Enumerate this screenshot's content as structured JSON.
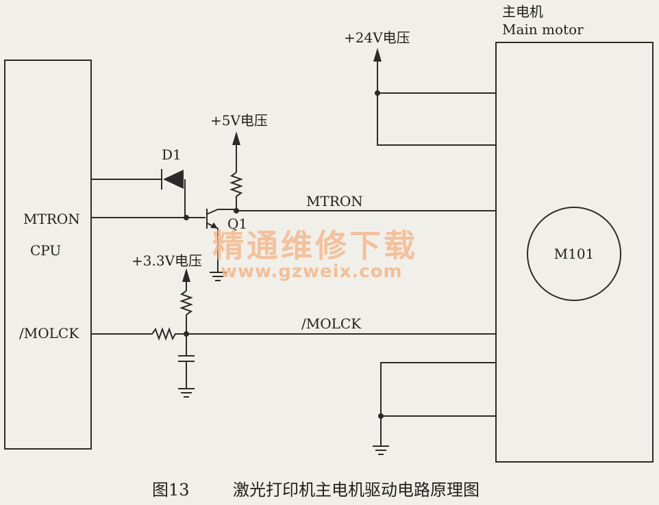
{
  "cpu": {
    "name": "CPU",
    "pin_mtron": "MTRON",
    "pin_molck": "/MOLCK"
  },
  "motor": {
    "title_cn": "主电机",
    "title_en": "Main motor",
    "id": "M101"
  },
  "nets": {
    "mtron": "MTRON",
    "molck": "/MOLCK"
  },
  "components": {
    "diode": "D1",
    "transistor": "Q1"
  },
  "supplies": {
    "v24": "+24V电压",
    "v5": "+5V电压",
    "v33": "+3.3V电压"
  },
  "watermark": {
    "cn": "精通维修下载",
    "url": "www.gzweix.com"
  },
  "caption": {
    "figure": "图13",
    "title": "激光打印机主电机驱动电路原理图"
  },
  "colors": {
    "wire": "#2a2a2a",
    "background": "#f1efe9",
    "watermark": "#f2b98f"
  }
}
